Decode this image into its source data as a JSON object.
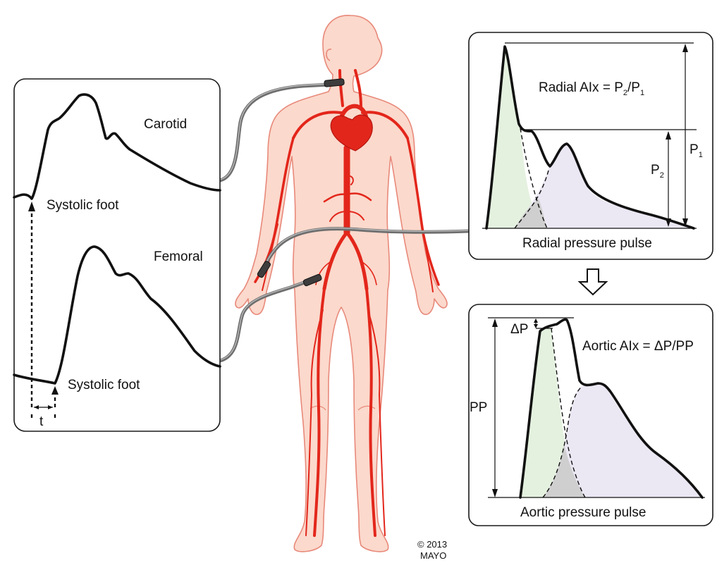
{
  "carotid_panel": {
    "title": "Carotid",
    "foot_label": "Systolic foot"
  },
  "femoral_panel": {
    "title": "Femoral",
    "foot_label": "Systolic foot",
    "transit_label": "t"
  },
  "radial_panel": {
    "formula_main": "Radial AIx = P",
    "formula_sub1": "2",
    "formula_mid": "/P",
    "formula_sub2": "1",
    "p1_main": "P",
    "p1_sub": "1",
    "p2_main": "P",
    "p2_sub": "2",
    "caption": "Radial pressure pulse"
  },
  "aortic_panel": {
    "delta_p": "ΔP",
    "formula": "Aortic AIx = ΔP/PP",
    "pp": "PP",
    "caption": "Aortic pressure pulse"
  },
  "copyright": {
    "line1": "© 2013",
    "line2": "MAYO"
  },
  "colors": {
    "artery": "#e3261b",
    "skin": "#fbd9cc",
    "skin_outline": "#e8897a",
    "forward_wave_fill": "#e4f1df",
    "reflected_wave_fill": "#ebe7f3",
    "overlap_fill": "#cfcfcf"
  },
  "icons": [
    "down-arrow-icon",
    "heart-icon",
    "probe-icon"
  ]
}
